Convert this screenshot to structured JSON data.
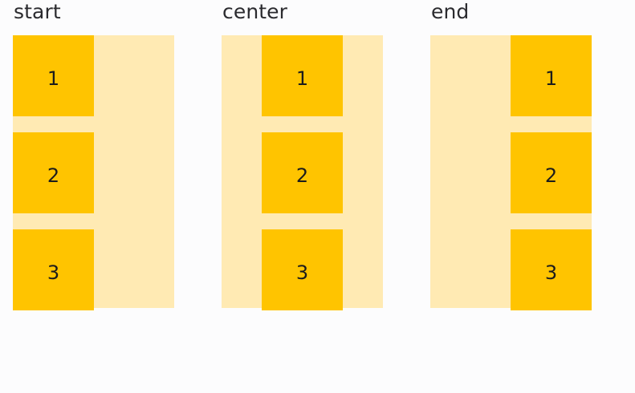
{
  "page": {
    "title": "align-items demo",
    "background_color": "#fcfcfd"
  },
  "colors": {
    "container_background": "#ffeab3",
    "item_background": "#ffc400",
    "item_text": "#1c1c1c",
    "label_text": "#2b2b2f"
  },
  "groups": [
    {
      "label": "start",
      "align": "flex-start",
      "items": [
        {
          "text": "1"
        },
        {
          "text": "2"
        },
        {
          "text": "3"
        }
      ]
    },
    {
      "label": "center",
      "align": "center",
      "items": [
        {
          "text": "1"
        },
        {
          "text": "2"
        },
        {
          "text": "3"
        }
      ]
    },
    {
      "label": "end",
      "align": "flex-end",
      "items": [
        {
          "text": "1"
        },
        {
          "text": "2"
        },
        {
          "text": "3"
        }
      ]
    }
  ]
}
